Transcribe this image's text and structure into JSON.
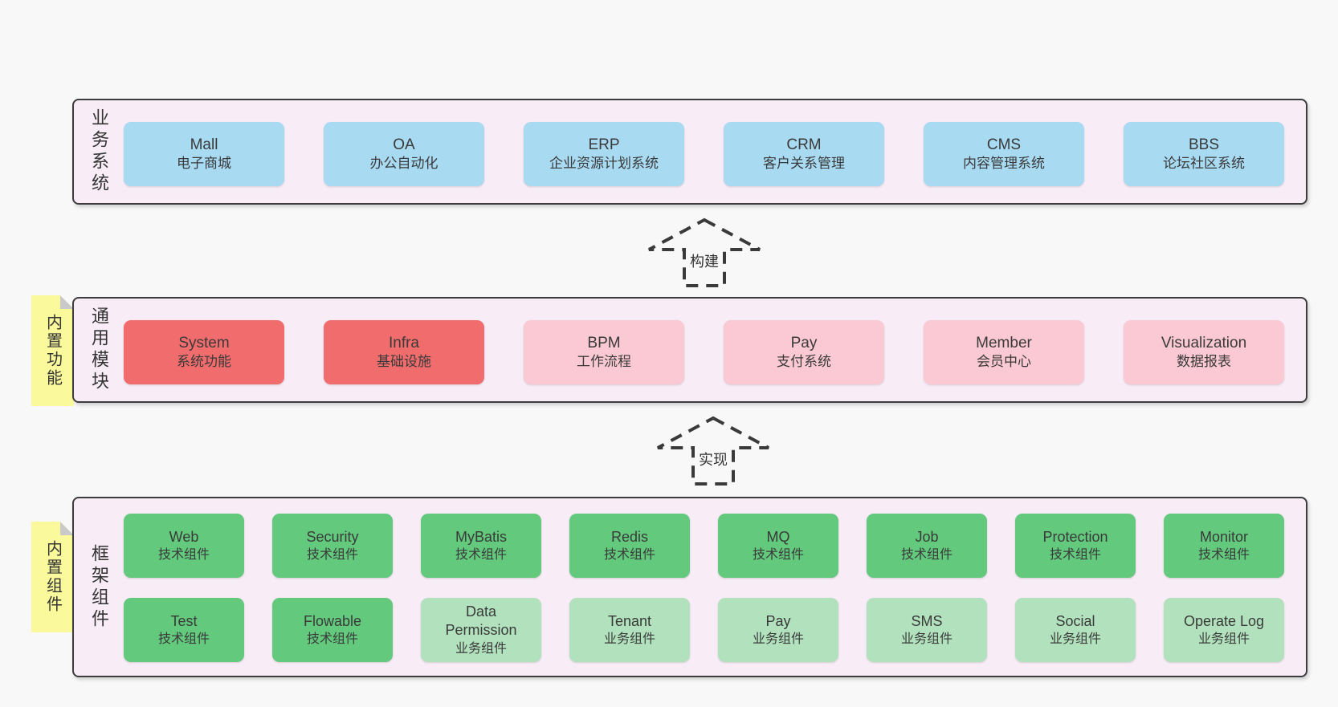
{
  "colors": {
    "background": "#f8f8f8",
    "band_background": "#f8edf7",
    "band_border": "#3c3c3c",
    "blue_box": "#a8daf2",
    "red_box": "#f16c6c",
    "pink_box": "#fbc9d3",
    "green_box": "#62c97d",
    "light_green_box": "#b2e2bd",
    "sticky_yellow": "#fafa9d",
    "text": "#3a3a3a"
  },
  "arrows": [
    {
      "label": "构建"
    },
    {
      "label": "实现"
    }
  ],
  "bands": [
    {
      "label": "业务系统",
      "items": [
        {
          "name": "Mall",
          "subtitle": "电子商城"
        },
        {
          "name": "OA",
          "subtitle": "办公自动化"
        },
        {
          "name": "ERP",
          "subtitle": "企业资源计划系统"
        },
        {
          "name": "CRM",
          "subtitle": "客户关系管理"
        },
        {
          "name": "CMS",
          "subtitle": "内容管理系统"
        },
        {
          "name": "BBS",
          "subtitle": "论坛社区系统"
        }
      ]
    },
    {
      "label": "通用模块",
      "sticky": "内置功能",
      "items": [
        {
          "name": "System",
          "subtitle": "系统功能",
          "variant": "red"
        },
        {
          "name": "Infra",
          "subtitle": "基础设施",
          "variant": "red"
        },
        {
          "name": "BPM",
          "subtitle": "工作流程",
          "variant": "pink"
        },
        {
          "name": "Pay",
          "subtitle": "支付系统",
          "variant": "pink"
        },
        {
          "name": "Member",
          "subtitle": "会员中心",
          "variant": "pink"
        },
        {
          "name": "Visualization",
          "subtitle": "数据报表",
          "variant": "pink"
        }
      ]
    },
    {
      "label": "框架组件",
      "sticky": "内置组件",
      "rows": [
        {
          "items": [
            {
              "name": "Web",
              "subtitle": "技术组件",
              "variant": "green"
            },
            {
              "name": "Security",
              "subtitle": "技术组件",
              "variant": "green"
            },
            {
              "name": "MyBatis",
              "subtitle": "技术组件",
              "variant": "green"
            },
            {
              "name": "Redis",
              "subtitle": "技术组件",
              "variant": "green"
            },
            {
              "name": "MQ",
              "subtitle": "技术组件",
              "variant": "green"
            },
            {
              "name": "Job",
              "subtitle": "技术组件",
              "variant": "green"
            },
            {
              "name": "Protection",
              "subtitle": "技术组件",
              "variant": "green"
            },
            {
              "name": "Monitor",
              "subtitle": "技术组件",
              "variant": "green"
            }
          ]
        },
        {
          "items": [
            {
              "name": "Test",
              "subtitle": "技术组件",
              "variant": "green"
            },
            {
              "name": "Flowable",
              "subtitle": "技术组件",
              "variant": "green"
            },
            {
              "name": "Data Permission",
              "subtitle": "业务组件",
              "variant": "green-light"
            },
            {
              "name": "Tenant",
              "subtitle": "业务组件",
              "variant": "green-light"
            },
            {
              "name": "Pay",
              "subtitle": "业务组件",
              "variant": "green-light"
            },
            {
              "name": "SMS",
              "subtitle": "业务组件",
              "variant": "green-light"
            },
            {
              "name": "Social",
              "subtitle": "业务组件",
              "variant": "green-light"
            },
            {
              "name": "Operate Log",
              "subtitle": "业务组件",
              "variant": "green-light"
            }
          ]
        }
      ]
    }
  ]
}
